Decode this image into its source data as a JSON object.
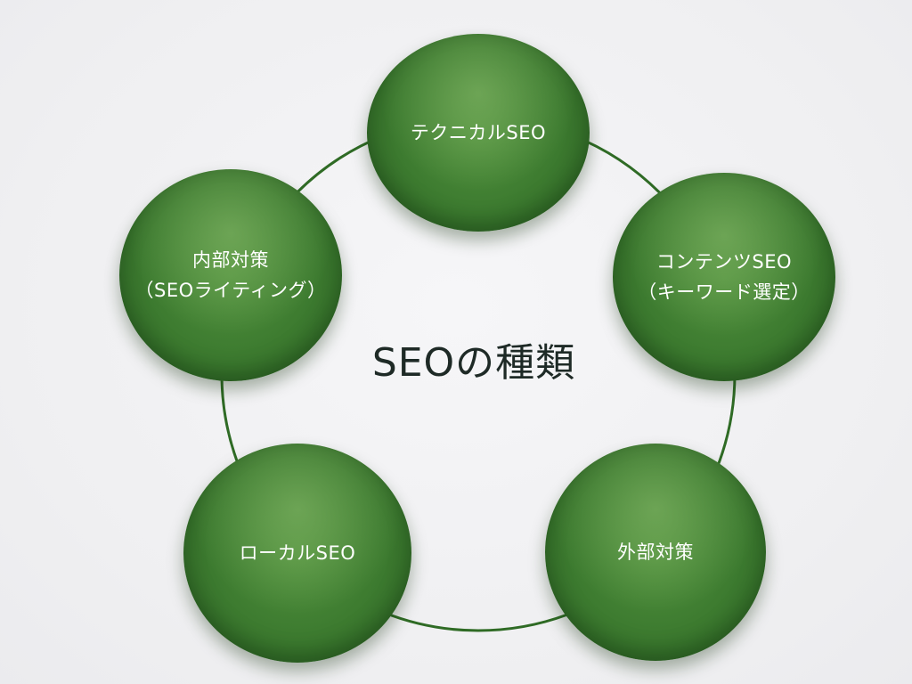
{
  "title": "SEOの種類",
  "nodes": [
    {
      "id": "technical-seo",
      "lines": [
        "テクニカルSEO"
      ]
    },
    {
      "id": "content-seo",
      "lines": [
        "コンテンツSEO",
        "（キーワード選定）"
      ]
    },
    {
      "id": "external-measures",
      "lines": [
        "外部対策"
      ]
    },
    {
      "id": "local-seo",
      "lines": [
        "ローカルSEO"
      ]
    },
    {
      "id": "internal-measures",
      "lines": [
        "内部対策",
        "（SEOライティング）"
      ]
    }
  ],
  "colors": {
    "node_fill": "#3c7a2f",
    "ring_stroke": "#2f6b25",
    "title_text": "#1e2a26",
    "background": "#f1f1f3"
  }
}
